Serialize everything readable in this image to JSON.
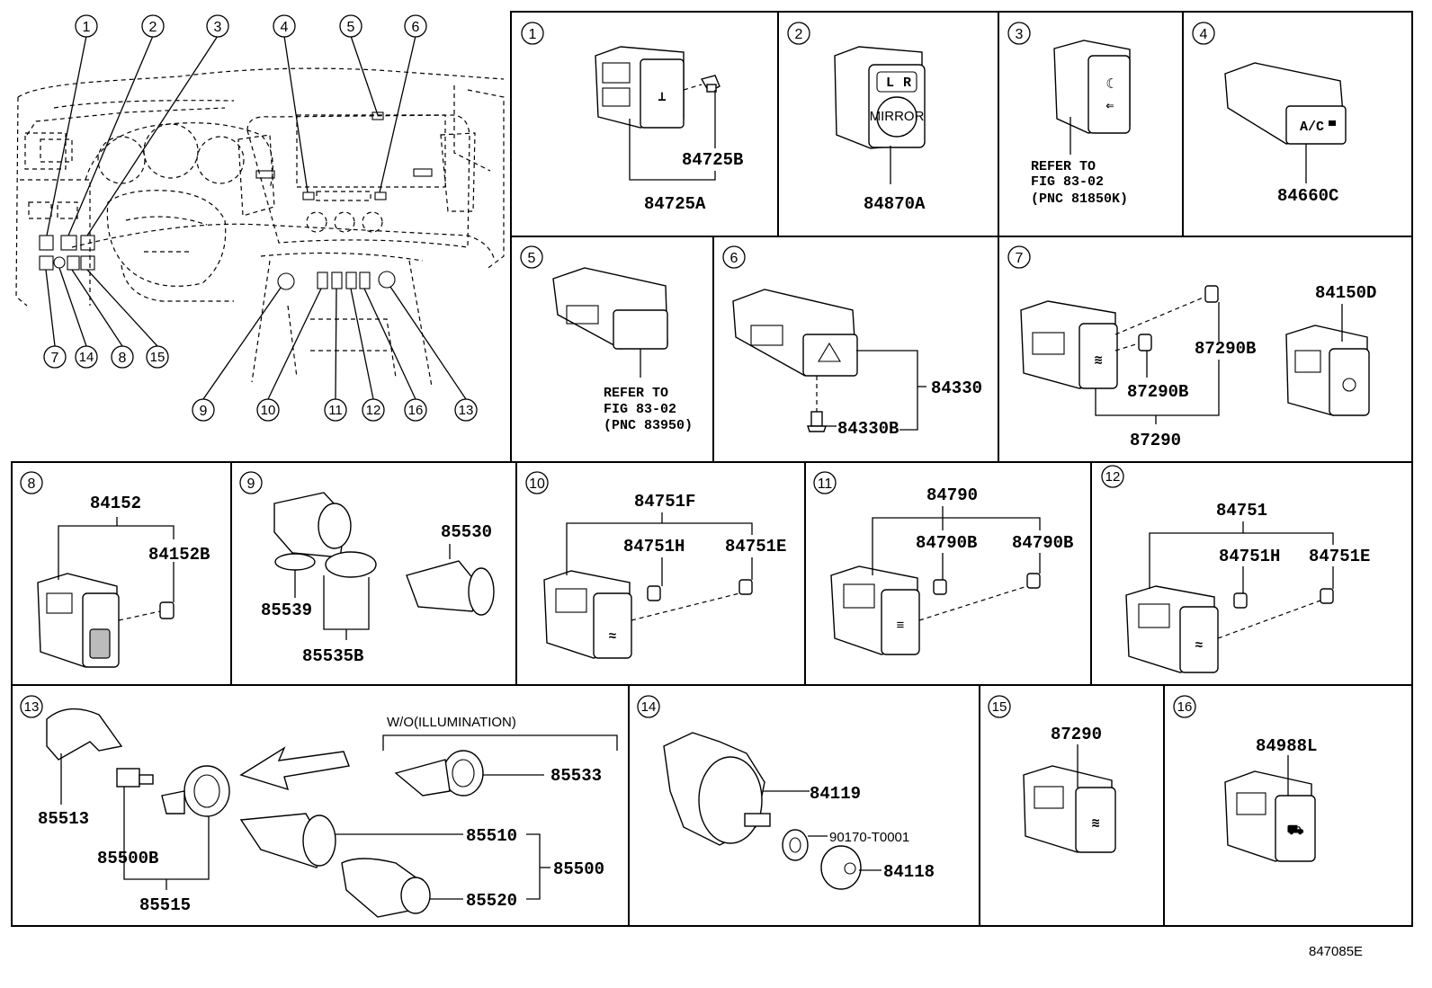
{
  "title": "",
  "overview": {
    "callouts": [
      "1",
      "2",
      "3",
      "4",
      "5",
      "6",
      "7",
      "14",
      "8",
      "15",
      "9",
      "10",
      "11",
      "12",
      "16",
      "13"
    ]
  },
  "cells": {
    "c1": {
      "num": "1",
      "labels": [
        "84725B",
        "84725A"
      ]
    },
    "c2": {
      "num": "2",
      "labels": [
        "84870A"
      ]
    },
    "c3": {
      "num": "3",
      "refer": [
        "REFER TO",
        "FIG 83-02",
        "(PNC 81850K)"
      ]
    },
    "c4": {
      "num": "4",
      "labels": [
        "84660C"
      ]
    },
    "c5": {
      "num": "5",
      "refer": [
        "REFER TO",
        "FIG 83-02",
        "(PNC 83950)"
      ]
    },
    "c6": {
      "num": "6",
      "labels": [
        "84330",
        "84330B"
      ]
    },
    "c7": {
      "num": "7",
      "labels": [
        "84150D",
        "87290B",
        "87290B",
        "87290"
      ]
    },
    "c8": {
      "num": "8",
      "labels": [
        "84152",
        "84152B"
      ]
    },
    "c9": {
      "num": "9",
      "labels": [
        "85530",
        "85539",
        "85535B"
      ]
    },
    "c10": {
      "num": "10",
      "labels": [
        "84751F",
        "84751H",
        "84751E"
      ]
    },
    "c11": {
      "num": "11",
      "labels": [
        "84790",
        "84790B",
        "84790B"
      ]
    },
    "c12": {
      "num": "12",
      "labels": [
        "84751",
        "84751H",
        "84751E"
      ]
    },
    "c13": {
      "num": "13",
      "note": "W/O(ILLUMINATION)",
      "labels": [
        "85513",
        "85500B",
        "85515",
        "85533",
        "85510",
        "85500",
        "85520"
      ]
    },
    "c14": {
      "num": "14",
      "labels": [
        "84119",
        "90170-T0001",
        "84118"
      ]
    },
    "c15": {
      "num": "15",
      "labels": [
        "87290"
      ]
    },
    "c16": {
      "num": "16",
      "labels": [
        "84988L"
      ]
    }
  },
  "switch_marks": {
    "mirror": "MIRROR",
    "ac": "A/C",
    "left": "L",
    "right": "R"
  },
  "figure_id": "847085E"
}
